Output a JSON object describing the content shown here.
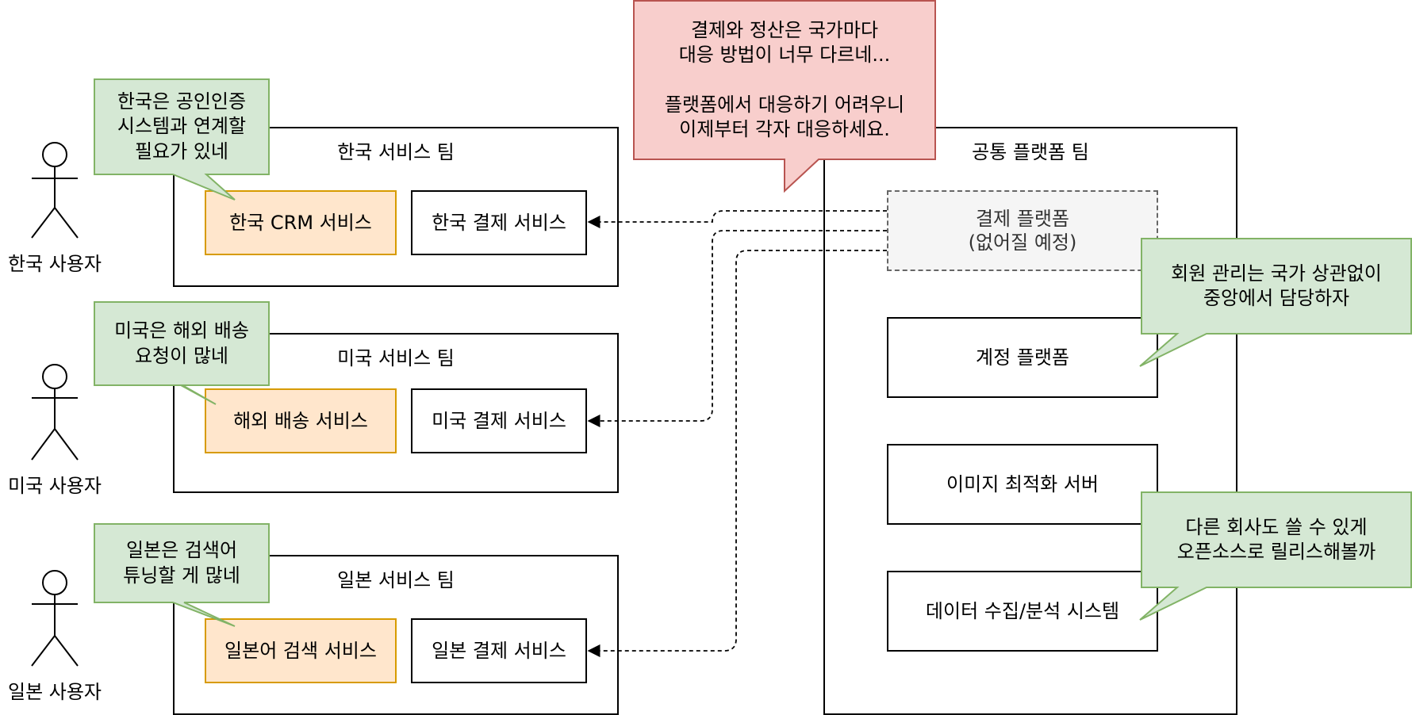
{
  "teams": {
    "korea": {
      "title": "한국 서비스 팀",
      "service_a": "한국 CRM 서비스",
      "service_b": "한국 결제 서비스"
    },
    "usa": {
      "title": "미국 서비스 팀",
      "service_a": "해외 배송 서비스",
      "service_b": "미국 결제 서비스"
    },
    "japan": {
      "title": "일본 서비스 팀",
      "service_a": "일본어 검색 서비스",
      "service_b": "일본 결제 서비스"
    }
  },
  "platform": {
    "title": "공통 플랫폼 팀",
    "payment": "결제 플랫폼\n(없어질 예정)",
    "account": "계정 플랫폼",
    "image": "이미지 최적화 서버",
    "data": "데이터 수집/분석 시스템"
  },
  "actors": {
    "korea": "한국 사용자",
    "usa": "미국 사용자",
    "japan": "일본 사용자"
  },
  "callouts": {
    "korea": "한국은 공인인증\n시스템과 연계할\n필요가 있네",
    "usa": "미국은 해외 배송\n요청이 많네",
    "japan": "일본은 검색어\n튜닝할 게 많네",
    "payment": "결제와 정산은 국가마다\n대응 방법이 너무 다르네...\n\n플랫폼에서 대응하기 어려우니\n이제부터 각자 대응하세요.",
    "account": "회원 관리는 국가 상관없이\n중앙에서 담당하자",
    "data": "다른 회사도 쓸 수 있게\n오픈소스로 릴리스해볼까"
  },
  "colors": {
    "orange_fill": "#ffe6cc",
    "orange_stroke": "#d79b00",
    "green_fill": "#d5e8d4",
    "green_stroke": "#82b366",
    "red_fill": "#f8cecc",
    "red_stroke": "#b85450",
    "dashed_fill": "#f5f5f5",
    "dashed_stroke": "#666666"
  }
}
